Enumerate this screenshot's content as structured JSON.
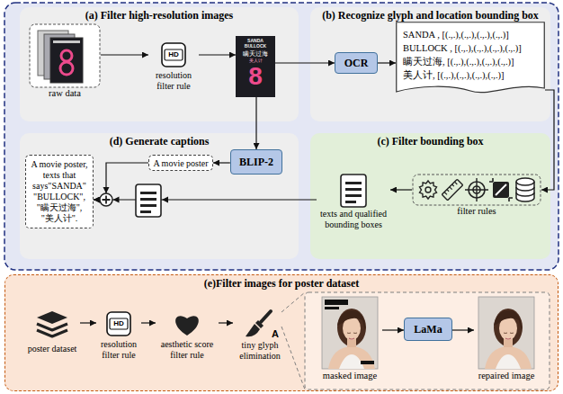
{
  "diagram": {
    "nodes": [
      {
        "text": [
          "(a) Filter high-resolution images"
        ]
      },
      {
        "text": [
          "raw data"
        ],
        "in": 0
      },
      {
        "text": [
          "HD",
          "resolution filter rule"
        ],
        "in": 0
      },
      {
        "text": [
          "SANDA BULLOCK",
          "瞒天过海",
          "美人计",
          "8"
        ],
        "in": 0
      },
      {
        "text": [
          "(b) Recognize glyph and location bounding box"
        ]
      },
      {
        "text": [
          "OCR"
        ],
        "in": 4
      },
      {
        "text": [
          "SANDA , [(.,.),(.,.),(.,.),(.,.)]",
          "BULLOCK , [(.,.),(.,.),(.,.),(.,.)]",
          "瞒天过海, [(.,.),(.,.),(.,.),(.,.)]",
          "美人计, [(.,.),(.,.),(.,.),(.,.)]"
        ],
        "in": 4
      },
      {
        "text": [
          "(d) Generate captions"
        ]
      },
      {
        "text": [
          "A movie poster, texts that says\"SANDA\" \"BULLOCK\", \"瞒天过海\", \"美人计\"."
        ],
        "in": 7
      },
      {
        "text": [
          "A movie poster"
        ],
        "in": 7
      },
      {
        "text": [
          "BLIP-2"
        ],
        "in": 7
      },
      {
        "text": [
          "(c) Filter bounding box"
        ]
      },
      {
        "text": [
          "texts and qualified bounding boxes"
        ],
        "in": 11
      },
      {
        "text": [
          "filter rules"
        ],
        "in": 11
      },
      {
        "text": [
          "(e)Filter images for poster dataset"
        ]
      },
      {
        "text": [
          "poster dataset"
        ],
        "in": 14
      },
      {
        "text": [
          "HD",
          "resolution filter rule"
        ],
        "in": 14
      },
      {
        "text": [
          "aesthetic score filter rule"
        ],
        "in": 14
      },
      {
        "text": [
          "A",
          "tiny glyph elimination"
        ],
        "in": 14
      },
      {
        "text": [
          "masked image"
        ],
        "in": 14
      },
      {
        "text": [
          "LaMa"
        ],
        "in": 14
      },
      {
        "text": [
          "repaired image"
        ],
        "in": 14
      }
    ],
    "edges": [
      {
        "from": 1,
        "to": 2,
        "arrow": "to"
      },
      {
        "from": 2,
        "to": 3,
        "arrow": "to"
      },
      {
        "from": 3,
        "to": 5,
        "arrow": "to"
      },
      {
        "from": 5,
        "to": 6,
        "arrow": "to"
      },
      {
        "from": 3,
        "to": 10,
        "arrow": "to"
      },
      {
        "from": 6,
        "to": 13,
        "arrow": "to"
      },
      {
        "from": 13,
        "to": 12,
        "arrow": "to"
      },
      {
        "from": 12,
        "to": 8,
        "arrow": "to"
      },
      {
        "from": 10,
        "to": 9,
        "arrow": "to"
      },
      {
        "from": 9,
        "to": 8,
        "arrow": "to"
      },
      {
        "from": 15,
        "to": 16,
        "arrow": "to"
      },
      {
        "from": 16,
        "to": 17,
        "arrow": "to"
      },
      {
        "from": 17,
        "to": 18,
        "arrow": "to"
      },
      {
        "from": 19,
        "to": 20,
        "arrow": "to"
      },
      {
        "from": 20,
        "to": 21,
        "arrow": "to"
      }
    ]
  }
}
